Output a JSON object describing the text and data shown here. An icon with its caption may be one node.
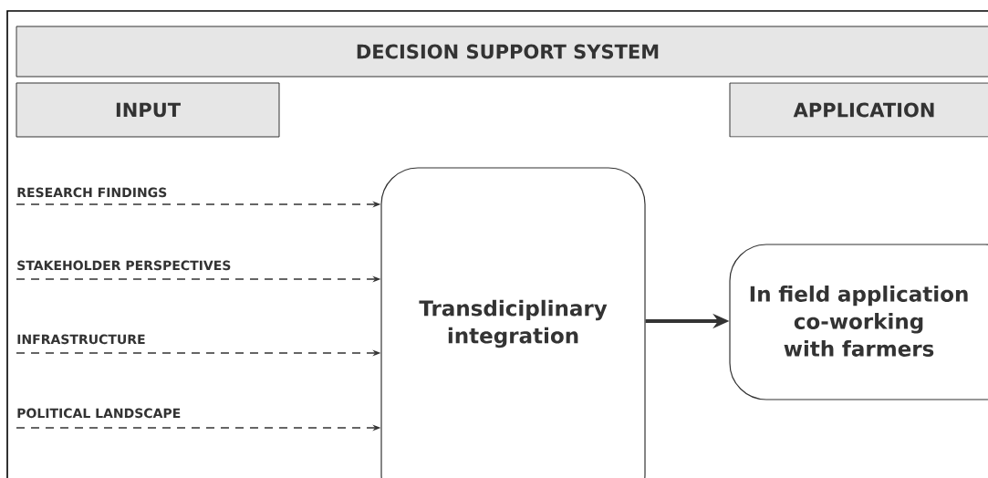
{
  "diagram": {
    "nodes": [
      {
        "text": [
          "DECISION SUPPORT SYSTEM"
        ]
      },
      {
        "text": [
          "INPUT"
        ]
      },
      {
        "text": [
          "APPLICATION"
        ]
      },
      {
        "text": [
          "RESEARCH FINDINGS"
        ]
      },
      {
        "text": [
          "STAKEHOLDER PERSPECTIVES"
        ]
      },
      {
        "text": [
          "INFRASTRUCTURE"
        ]
      },
      {
        "text": [
          "POLITICAL LANDSCAPE"
        ]
      },
      {
        "text": [
          "Transdiciplinary integration"
        ]
      },
      {
        "text": [
          "In field application co-working with farmers"
        ]
      }
    ],
    "edges": [
      {
        "from": 3,
        "to": 7,
        "arrow": "to",
        "style": "dashed"
      },
      {
        "from": 4,
        "to": 7,
        "arrow": "to",
        "style": "dashed"
      },
      {
        "from": 5,
        "to": 7,
        "arrow": "to",
        "style": "dashed"
      },
      {
        "from": 6,
        "to": 7,
        "arrow": "to",
        "style": "dashed"
      },
      {
        "from": 7,
        "to": 8,
        "arrow": "to",
        "style": "thick"
      }
    ]
  }
}
